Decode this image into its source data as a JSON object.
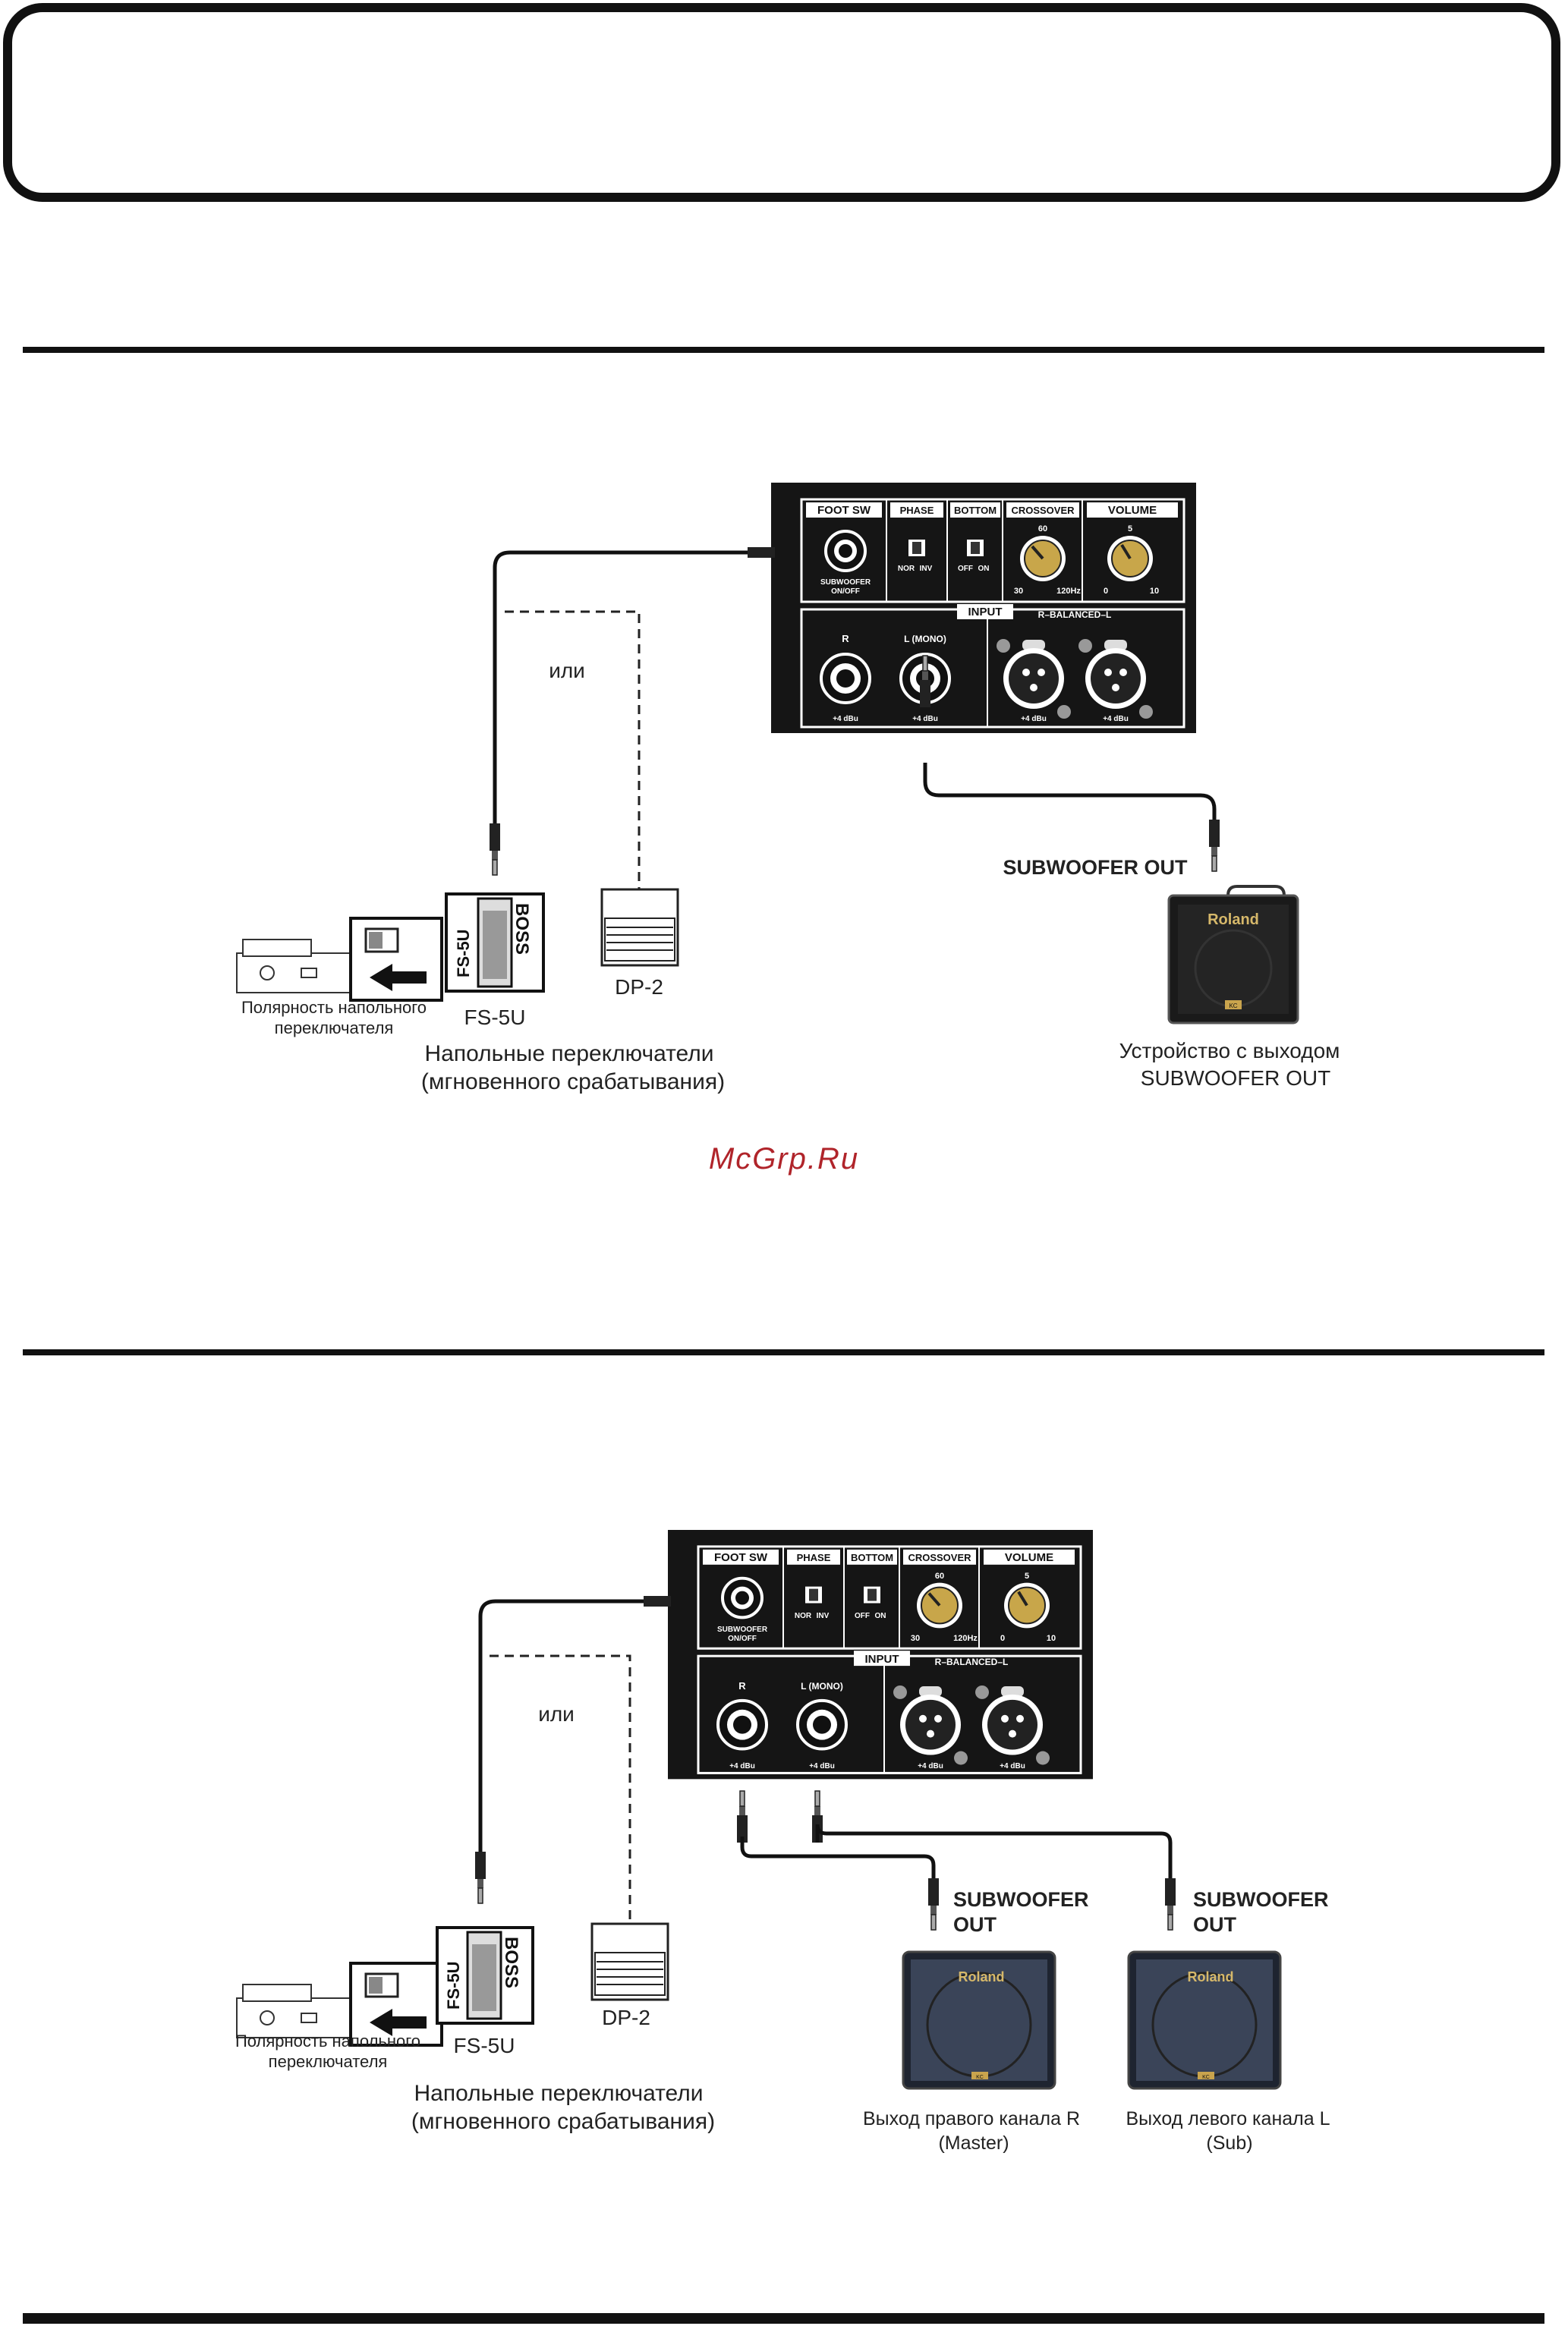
{
  "watermark": "McGrp.Ru",
  "panel": {
    "foot_sw": "FOOT SW",
    "phase": "PHASE",
    "bottom": "BOTTOM",
    "crossover": "CROSSOVER",
    "volume": "VOLUME",
    "subwoofer_onoff_1": "SUBWOOFER",
    "subwoofer_onoff_2": "ON/OFF",
    "phase_nor": "NOR",
    "phase_inv": "INV",
    "bottom_off": "OFF",
    "bottom_on": "ON",
    "crossover_60": "60",
    "crossover_30": "30",
    "crossover_120": "120Hz",
    "volume_5": "5",
    "volume_0": "0",
    "volume_10": "10",
    "input": "INPUT",
    "balanced": "R–BALANCED–L",
    "input_r": "R",
    "input_l": "L (MONO)",
    "dbu": "+4 dBu"
  },
  "diagram1": {
    "or_label": "или",
    "subwoofer_out": "SUBWOOFER OUT",
    "amp_brand": "Roland",
    "amp_badge": "KC",
    "polarity_1": "Полярность напольного",
    "polarity_2": "переключателя",
    "fs5u_body": "FS-5U",
    "boss": "BOSS",
    "fs5u_label": "FS-5U",
    "dp2_label": "DP-2",
    "footswitches_1": "Напольные переключатели",
    "footswitches_2": "(мгновенного срабатывания)",
    "device_1": "Устройство с выходом",
    "device_2": "SUBWOOFER OUT"
  },
  "diagram2": {
    "or_label": "или",
    "subwoofer_out_r_1": "SUBWOOFER",
    "subwoofer_out_r_2": "OUT",
    "subwoofer_out_l_1": "SUBWOOFER",
    "subwoofer_out_l_2": "OUT",
    "amp_brand": "Roland",
    "amp_badge": "KC",
    "polarity_1": "Полярность напольного",
    "polarity_2": "переключателя",
    "fs5u_body": "FS-5U",
    "boss": "BOSS",
    "fs5u_label": "FS-5U",
    "dp2_label": "DP-2",
    "footswitches_1": "Напольные переключатели",
    "footswitches_2": "(мгновенного срабатывания)",
    "right_channel_1": "Выход правого канала R",
    "right_channel_2": "(Master)",
    "left_channel_1": "Выход левого канала L",
    "left_channel_2": "(Sub)"
  }
}
